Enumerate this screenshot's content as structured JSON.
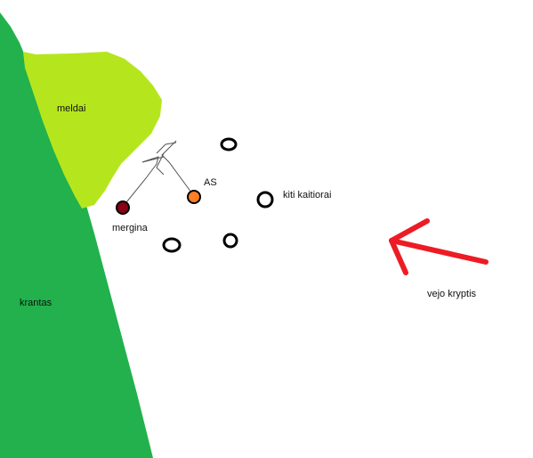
{
  "labels": {
    "shore": "krantas",
    "reeds": "meldai",
    "me": "AS",
    "girl": "mergina",
    "other_kitesurfers": "kiti kaitiorai",
    "wind_direction": "vejo kryptis"
  },
  "colors": {
    "shore": "#22b14c",
    "reeds": "#b5e61d",
    "me_marker": "#ff7f27",
    "girl_marker": "#880015",
    "other_marker": "#ffffff",
    "arrow": "#ed1c24",
    "outline": "#000000",
    "water": "#ffffff"
  }
}
